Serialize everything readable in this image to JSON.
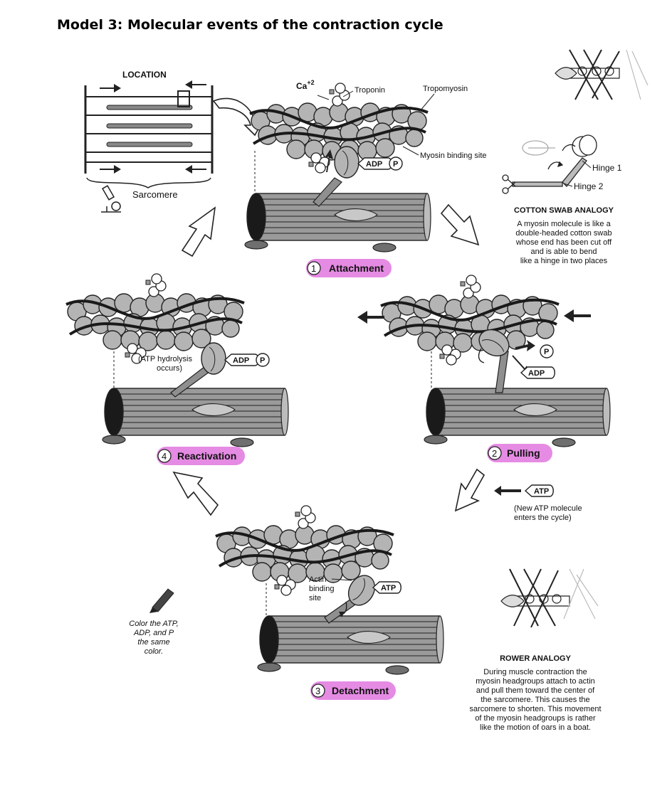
{
  "title": "Model 3: Molecular events of the contraction cycle",
  "location": {
    "heading": "LOCATION",
    "sarcomere_label": "Sarcomere"
  },
  "labels": {
    "calcium": "Ca",
    "calcium_charge": "+2",
    "troponin": "Troponin",
    "tropomyosin": "Tropomyosin",
    "myosin_binding_site": "Myosin binding site",
    "adp": "ADP",
    "p": "P",
    "atp": "ATP",
    "actin_binding_line1": "Actin",
    "actin_binding_line2": "binding",
    "actin_binding_line3": "site",
    "hydrolysis_line1": "(ATP hydrolysis",
    "hydrolysis_line2": "occurs)",
    "new_atp_line1": "(New ATP molecule",
    "new_atp_line2": "enters the cycle)"
  },
  "stages": [
    {
      "number": "1",
      "name": "Attachment"
    },
    {
      "number": "2",
      "name": "Pulling"
    },
    {
      "number": "3",
      "name": "Detachment"
    },
    {
      "number": "4",
      "name": "Reactivation"
    }
  ],
  "cotton_swab": {
    "hinge1": "Hinge 1",
    "hinge2": "Hinge 2",
    "heading": "COTTON SWAB ANALOGY",
    "lines": [
      "A myosin molecule is like a",
      "double-headed cotton swab",
      "whose end has been cut off",
      "and is able to bend",
      "like a hinge in two places"
    ]
  },
  "rower": {
    "heading": "ROWER ANALOGY",
    "lines": [
      "During muscle contraction the",
      "myosin headgroups attach to actin",
      "and pull them toward the center of",
      "the sarcomere. This causes the",
      "sarcomere to shorten. This movement",
      "of the myosin headgroups is rather",
      "like the motion of oars in a boat."
    ]
  },
  "color_note": {
    "lines": [
      "Color the ATP,",
      "ADP, and P",
      "the same",
      "color."
    ]
  },
  "colors": {
    "stage_pill": "#e58be3",
    "bead": "#b4b4b4",
    "cylinder": "#8f8f8f"
  },
  "icons": [
    "microscope-icon",
    "crayon-icon",
    "scissors-icon"
  ]
}
